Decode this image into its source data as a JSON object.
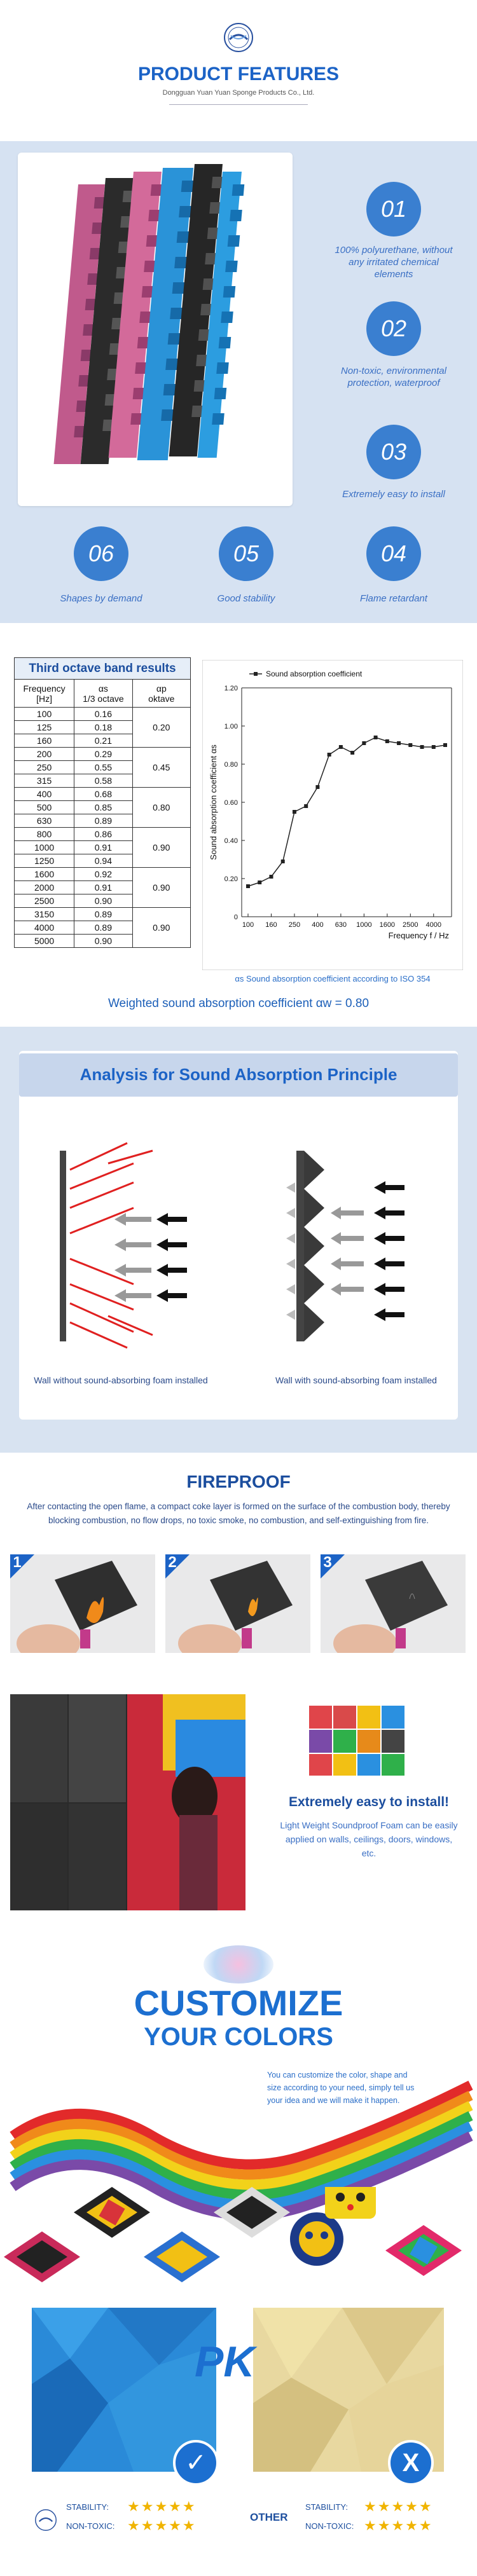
{
  "header": {
    "title": "PRODUCT FEATURES",
    "subtitle": "Dongguan Yuan Yuan Sponge Products Co., Ltd."
  },
  "features": [
    {
      "num": "01",
      "text": "100% polyurethane, without any irritated chemical elements"
    },
    {
      "num": "02",
      "text": "Non-toxic, environmental protection, waterproof"
    },
    {
      "num": "03",
      "text": "Extremely easy to install"
    },
    {
      "num": "04",
      "text": "Flame retardant"
    },
    {
      "num": "05",
      "text": "Good stability"
    },
    {
      "num": "06",
      "text": "Shapes by demand"
    }
  ],
  "absorption": {
    "table_title": "Third octave band results",
    "col_freq": "Frequency",
    "col_freq_unit": "[Hz]",
    "col_a": "αs",
    "col_a_sub": "1/3 octave",
    "col_p": "αp",
    "col_p_sub": "oktave",
    "rows": [
      {
        "f": "100",
        "a": "0.16"
      },
      {
        "f": "125",
        "a": "0.18"
      },
      {
        "f": "160",
        "a": "0.21"
      },
      {
        "f": "200",
        "a": "0.29"
      },
      {
        "f": "250",
        "a": "0.55"
      },
      {
        "f": "315",
        "a": "0.58"
      },
      {
        "f": "400",
        "a": "0.68"
      },
      {
        "f": "500",
        "a": "0.85"
      },
      {
        "f": "630",
        "a": "0.89"
      },
      {
        "f": "800",
        "a": "0.86"
      },
      {
        "f": "1000",
        "a": "0.91"
      },
      {
        "f": "1250",
        "a": "0.94"
      },
      {
        "f": "1600",
        "a": "0.92"
      },
      {
        "f": "2000",
        "a": "0.91"
      },
      {
        "f": "2500",
        "a": "0.90"
      },
      {
        "f": "3150",
        "a": "0.89"
      },
      {
        "f": "4000",
        "a": "0.89"
      },
      {
        "f": "5000",
        "a": "0.90"
      }
    ],
    "octave": [
      "0.20",
      "0.45",
      "0.80",
      "0.90",
      "0.90",
      "0.90"
    ],
    "iso_note": "αs  Sound absorption coefficient according to ISO  354",
    "weighted": "Weighted sound absorption  coefficient αw = 0.80"
  },
  "chart_data": {
    "type": "line",
    "legend": "Sound absorption coefficient",
    "ylabel": "Sound absorption coefficient αs",
    "xlabel": "Frequency  f / Hz",
    "x": [
      "100",
      "125",
      "160",
      "200",
      "250",
      "315",
      "400",
      "500",
      "630",
      "800",
      "1000",
      "1250",
      "1600",
      "2000",
      "2500",
      "3150",
      "4000",
      "5000"
    ],
    "values": [
      0.16,
      0.18,
      0.21,
      0.29,
      0.55,
      0.58,
      0.68,
      0.85,
      0.89,
      0.86,
      0.91,
      0.94,
      0.92,
      0.91,
      0.9,
      0.89,
      0.89,
      0.9
    ],
    "x_ticks": [
      "100",
      "160",
      "250",
      "400",
      "630",
      "1000",
      "1600",
      "2500",
      "4000"
    ],
    "y_ticks": [
      "0",
      "0.20",
      "0.40",
      "0.60",
      "0.80",
      "1.00",
      "1.20"
    ],
    "ylim": [
      0,
      1.2
    ],
    "grid": false
  },
  "analysis": {
    "title": "Analysis for Sound Absorption Principle",
    "left_caption": "Wall without sound-absorbing foam installed",
    "right_caption": "Wall with sound-absorbing foam installed"
  },
  "fireproof": {
    "title": "FIREPROOF",
    "text": "After contacting the open flame, a compact coke layer is formed on the surface of the combustion body, thereby blocking combustion, no flow drops, no toxic smoke, no combustion, and self-extinguishing from fire.",
    "steps": [
      "1",
      "2",
      "3"
    ]
  },
  "install": {
    "title": "Extremely easy to install!",
    "text": "Light Weight Soundproof Foam can be easily applied on walls, ceilings, doors, windows, etc."
  },
  "customize": {
    "title1": "CUSTOMIZE",
    "title2": "YOUR COLORS",
    "text": "You can customize the color, shape and size according to your need, simply tell us your idea and we will make it happen."
  },
  "compare": {
    "pk": "PK",
    "check": "✓",
    "cross": "X",
    "ours_stability": "STABILITY:",
    "ours_nontoxic": "NON-TOXIC:",
    "other_label": "OTHER",
    "other_stability": "STABILITY:",
    "other_nontoxic": "NON-TOXIC:",
    "ours_stars_stability": "★★★★★",
    "ours_stars_nontoxic": "★★★★★",
    "other_stars_stability": "★★★★★",
    "other_stars_nontoxic": "★★★★★"
  },
  "colors": {
    "accent": "#3a7fd0",
    "title_blue": "#1c63c6",
    "bg_blue": "#d6e2f2"
  }
}
